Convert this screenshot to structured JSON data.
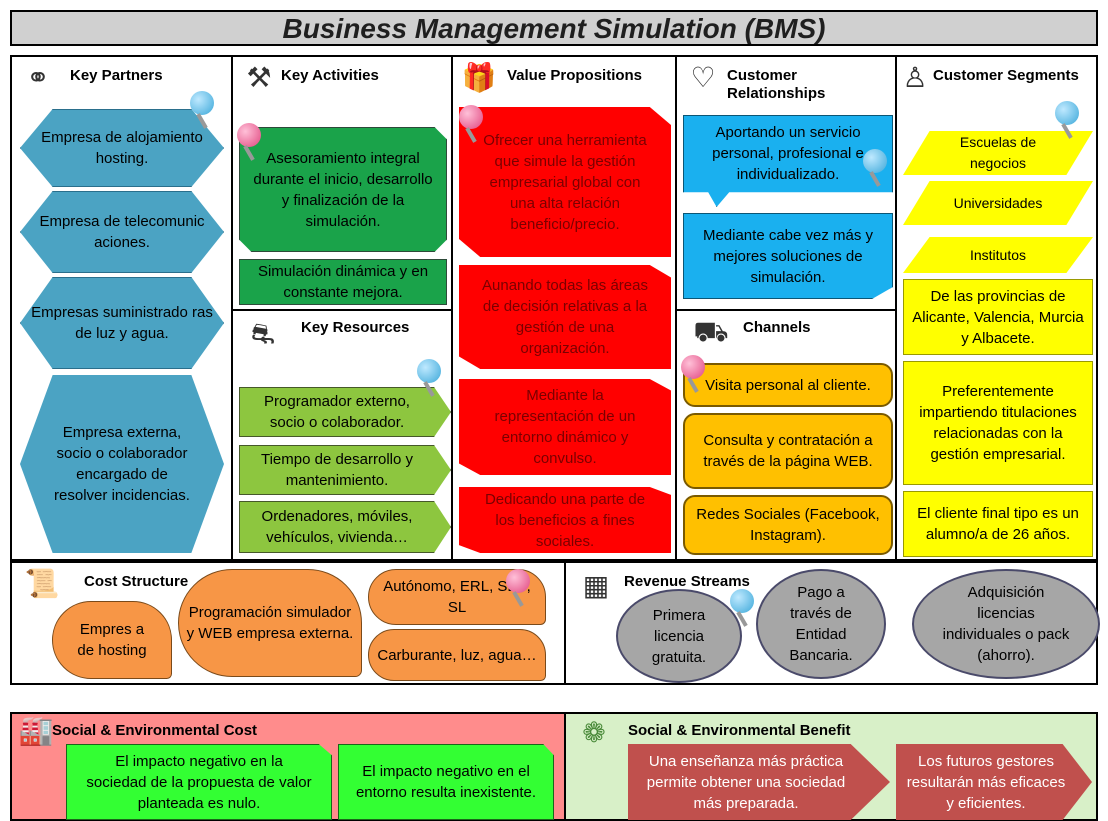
{
  "title": "Business Management Simulation (BMS)",
  "key_partners": {
    "header": "Key Partners",
    "items": [
      "Empresa de alojamiento hosting.",
      "Empresa de telecomunic aciones.",
      "Empresas suministrado ras de luz y agua.",
      "Empresa externa, socio o colaborador encargado de resolver incidencias."
    ]
  },
  "key_activities": {
    "header": "Key Activities",
    "items": [
      "Asesoramiento integral durante el inicio, desarrollo y finalización de la simulación.",
      "Simulación dinámica y en constante mejora."
    ]
  },
  "key_resources": {
    "header": "Key Resources",
    "items": [
      "Programador externo, socio o colaborador.",
      "Tiempo de desarrollo y mantenimiento.",
      "Ordenadores, móviles, vehículos, vivienda…"
    ]
  },
  "value_propositions": {
    "header": "Value Propositions",
    "items": [
      "Ofrecer una herramienta que simule la gestión empresarial global con una alta relación beneficio/precio.",
      "Aunando todas las áreas de decisión relativas a la gestión de una organización.",
      "Mediante la representación de un entorno dinámico y convulso.",
      "Dedicando una parte de los beneficios a fines sociales."
    ]
  },
  "customer_relationships": {
    "header": "Customer Relationships",
    "items": [
      "Aportando un servicio personal, profesional e individualizado.",
      "Mediante cabe vez más y mejores soluciones de simulación."
    ]
  },
  "channels": {
    "header": "Channels",
    "items": [
      "Visita personal al cliente.",
      "Consulta y contratación a través de la página WEB.",
      "Redes Sociales (Facebook, Instagram)."
    ]
  },
  "customer_segments": {
    "header": "Customer Segments",
    "items": [
      "Escuelas de negocios",
      "Universidades",
      "Institutos",
      "De las provincias de Alicante, Valencia, Murcia y Albacete.",
      "Preferentemente impartiendo titulaciones relacionadas con la gestión empresarial.",
      "El cliente final tipo es un alumno/a de 26 años."
    ]
  },
  "cost_structure": {
    "header": "Cost Structure",
    "items": [
      "Empres a de hosting",
      "Programación simulador y WEB empresa externa.",
      "Autónomo, ERL, SLU, SL",
      "Carburante, luz, agua…"
    ]
  },
  "revenue_streams": {
    "header": "Revenue Streams",
    "items": [
      "Primera licencia gratuita.",
      "Pago a través de Entidad Bancaria.",
      "Adquisición licencias individuales o pack (ahorro)."
    ]
  },
  "social_cost": {
    "header": "Social & Environmental Cost",
    "items": [
      "El impacto negativo en la sociedad de la propuesta de valor planteada es nulo.",
      "El impacto negativo en el entorno resulta inexistente."
    ]
  },
  "social_benefit": {
    "header": "Social & Environmental Benefit",
    "items": [
      "Una enseñanza más práctica permite obtener una sociedad más preparada.",
      "Los futuros gestores resultarán más eficaces y eficientes."
    ]
  },
  "colors": {
    "partners": "#4ba3c3",
    "activities": "#1aa34a",
    "resources": "#8dc63f",
    "value": "#ff0000",
    "relationships": "#1ab0ef",
    "channels": "#ffc000",
    "segments": "#ffff00",
    "cost": "#f79646",
    "revenue": "#a6a6a6",
    "social_cost_bg": "#ff8c8c",
    "social_benefit_bg": "#d8f0c8"
  },
  "icons": [
    "rings-icon",
    "worker-icon",
    "gift-icon",
    "heart-icon",
    "person-icon",
    "forklift-icon",
    "truck-icon",
    "invoice-icon",
    "cash-register-icon",
    "factory-icon",
    "tree-icon",
    "pushpin-icon"
  ]
}
